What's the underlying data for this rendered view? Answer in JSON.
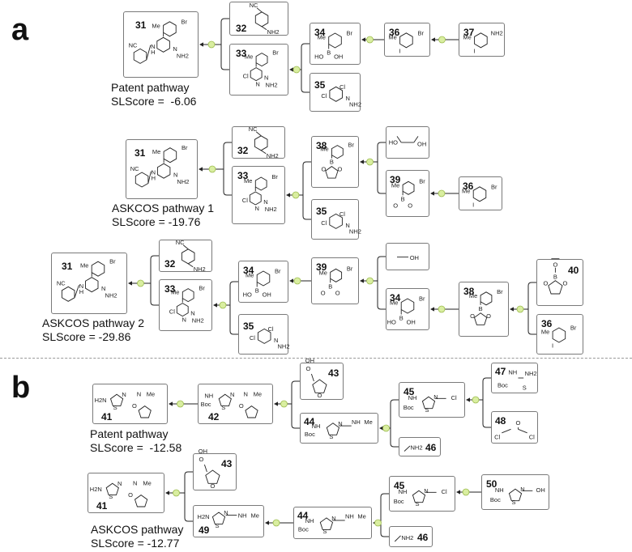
{
  "panels": {
    "a": {
      "letter": "a",
      "routes": [
        {
          "name": "Patent pathway",
          "score_label": "SLScore = ",
          "score": "-6.06"
        },
        {
          "name": "ASKCOS pathway 1",
          "score_label": "SLScore = ",
          "score": "-19.76"
        },
        {
          "name": "ASKCOS pathway 2",
          "score_label": "SLScore = ",
          "score": "-29.86"
        }
      ]
    },
    "b": {
      "letter": "b",
      "routes": [
        {
          "name": "Patent pathway",
          "score_label": "SLScore = ",
          "score": "-12.58"
        },
        {
          "name": "ASKCOS pathway",
          "score_label": "SLScore = ",
          "score": "-12.77"
        }
      ]
    }
  },
  "compounds": {
    "c31": "31",
    "c32": "32",
    "c33": "33",
    "c34": "34",
    "c35": "35",
    "c36": "36",
    "c37": "37",
    "c38": "38",
    "c39": "39",
    "c40": "40",
    "c41": "41",
    "c42": "42",
    "c43": "43",
    "c44": "44",
    "c45": "45",
    "c46": "46",
    "c47": "47",
    "c48": "48",
    "c49": "49",
    "c50": "50"
  },
  "atoms": {
    "Br": "Br",
    "Me": "Me",
    "NC": "NC",
    "N": "N",
    "NH2": "NH2",
    "H": "H",
    "Cl": "Cl",
    "I": "I",
    "B": "B",
    "HO": "HO",
    "OH": "OH",
    "O": "O",
    "S": "S",
    "Boc": "Boc",
    "NH": "NH",
    "H2N": "H2N",
    "HO_B": "HO"
  },
  "colors": {
    "node": "#d9eea0",
    "node_stroke": "#9cbb4f",
    "edge": "#222222",
    "box": "#7a7a7a"
  }
}
